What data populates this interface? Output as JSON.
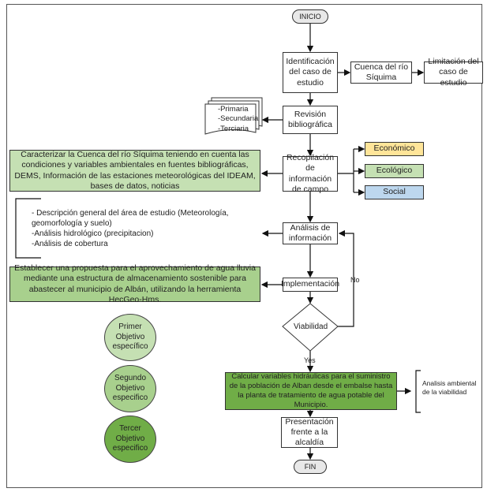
{
  "colors": {
    "light_green": "#c5e0b3",
    "mid_green": "#a8d08d",
    "dark_green": "#70ad47",
    "yellow": "#ffe599",
    "blue": "#bdd7ee",
    "terminal": "#e8e8e8"
  },
  "nodes": {
    "inicio": "INICIO",
    "identificacion": "Identificación del caso de estudio",
    "cuenca": "Cuenca del río Síquima",
    "limitacion": "Limitación  del caso de estudio",
    "revision": "Revisión bibliográfica",
    "sources": "-Primaria\n-Secundaria\n-Terciaria",
    "caracterizar": "Caracterizar  la Cuenca del río Síquima teniendo en cuenta las condiciones y variables ambientales en fuentes bibliográficas, DEMS, Información de las estaciones meteorológicas del IDEAM, bases de datos, noticias",
    "recopilacion": "Recopilación de información de campo",
    "economico": "Económico",
    "ecologico": "Ecológico",
    "social": "Social",
    "analisis_list": "-  Descripción general del área de estudio  (Meteorología, geomorfología y suelo)\n-Análisis  hidrológico (precipitacion)\n-Análisis  de cobertura",
    "analisis": "Análisis de información",
    "establecer": "Establecer una propuesta para el aprovechamiento de agua lluvia mediante una estructura de almacenamiento sostenible para abastecer al municipio de Albán, utilizando la herramienta HecGeo-Hms.",
    "implementacion": "Implementación",
    "viabilidad": "Viabilidad",
    "no": "No",
    "yes": "Yes",
    "calcular": "Calcular variables hidráulicas para el suministro de la población de Alban desde el embalse hasta la planta de tratamiento de agua potable del Municipio.",
    "analisis_ambiental": "Analisis ambiental de la viabilidad",
    "presentacion": "Presentación frente a la alcaldía",
    "fin": "FIN"
  },
  "legend": {
    "primer": "Primer Objetivo específico",
    "segundo": "Segundo Objetivo especifico",
    "tercer": "Tercer Objetivo especifico"
  }
}
